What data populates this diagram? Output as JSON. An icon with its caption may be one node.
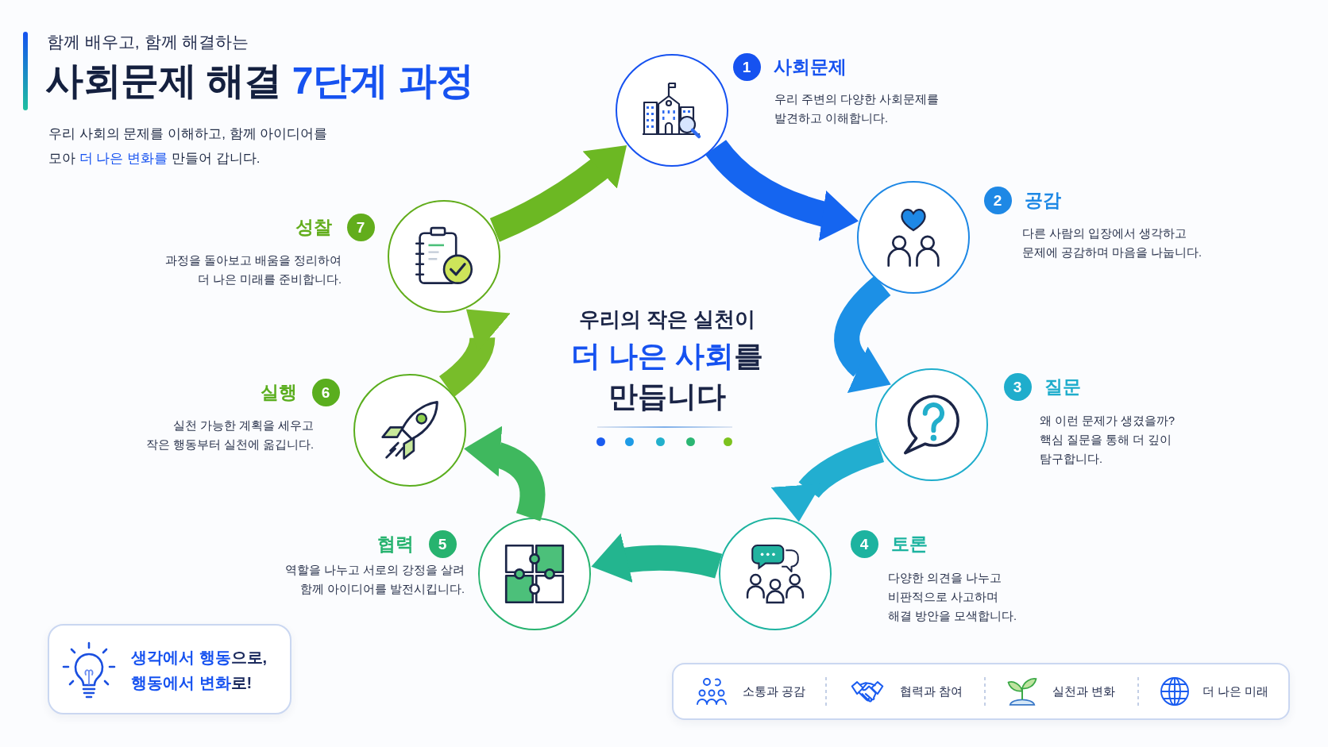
{
  "diagram": {
    "title": "사회문제 해결 **7단계 과정**",
    "nodes": [
      {
        "text": [],
        "shape": "circle",
        "beside": [
          "1",
          "사회문제",
          "우리 주변의 다양한 사회문제를 발견하고 이해합니다."
        ]
      },
      {
        "text": [],
        "shape": "circle",
        "beside": [
          "2",
          "공감",
          "다른 사람의 입장에서 생각하고 문제에 공감하며 마음을 나눕니다."
        ]
      },
      {
        "text": [],
        "shape": "circle",
        "beside": [
          "3",
          "질문",
          "왜 이런 문제가 생겼을까? 핵심 질문을 통해 더 깊이 탐구합니다."
        ]
      },
      {
        "text": [],
        "shape": "circle",
        "beside": [
          "4",
          "토론",
          "다양한 의견을 나누고 비판적으로 사고하며 해결 방안을 모색합니다."
        ]
      },
      {
        "text": [],
        "shape": "circle",
        "beside": [
          "5",
          "협력",
          "역할을 나누고 서로의 강정을 살려 함께 아이디어를 발전시킵니다."
        ]
      },
      {
        "text": [],
        "shape": "circle",
        "beside": [
          "6",
          "실행",
          "실천 가능한 계획을 세우고 작은 행동부터 실천에 옮깁니다."
        ]
      },
      {
        "text": [],
        "shape": "circle",
        "beside": [
          "7",
          "성찰",
          "과정을 돌아보고 배움을 정리하여 더 나은 미래를 준비합니다."
        ]
      },
      {
        "text": [
          "**생각에서 행동**으로, **행동에서 변화**로!"
        ]
      },
      {
        "text": [
          "소통과 공감",
          "협력과 참여",
          "실천과 변화",
          "더 나은 미래"
        ]
      }
    ],
    "edges": [
      {
        "from": 0,
        "to": 1,
        "arrow": "to",
        "color": "#1565f0"
      },
      {
        "from": 1,
        "to": 2,
        "arrow": "to",
        "color": "#1c90e6"
      },
      {
        "from": 2,
        "to": 3,
        "arrow": "to",
        "color": "#22aed0"
      },
      {
        "from": 3,
        "to": 4,
        "arrow": "to",
        "color": "#23b58f"
      },
      {
        "from": 4,
        "to": 5,
        "arrow": "to",
        "color": "#3fb85e"
      },
      {
        "from": 5,
        "to": 6,
        "arrow": "to",
        "color": "#78bd2a"
      },
      {
        "from": 6,
        "to": 0,
        "arrow": "to",
        "color": "#6cb823"
      }
    ],
    "labels": [
      "함께 배우고, 함께 해결하는",
      "우리 사회의 문제를 이해하고, 함께 아이디어를 모아 **더 나은 변화를** 만들어 갑니다.",
      "우리의 작은 실천이",
      "**더 나은 사회**를 만듭니다"
    ]
  }
}
